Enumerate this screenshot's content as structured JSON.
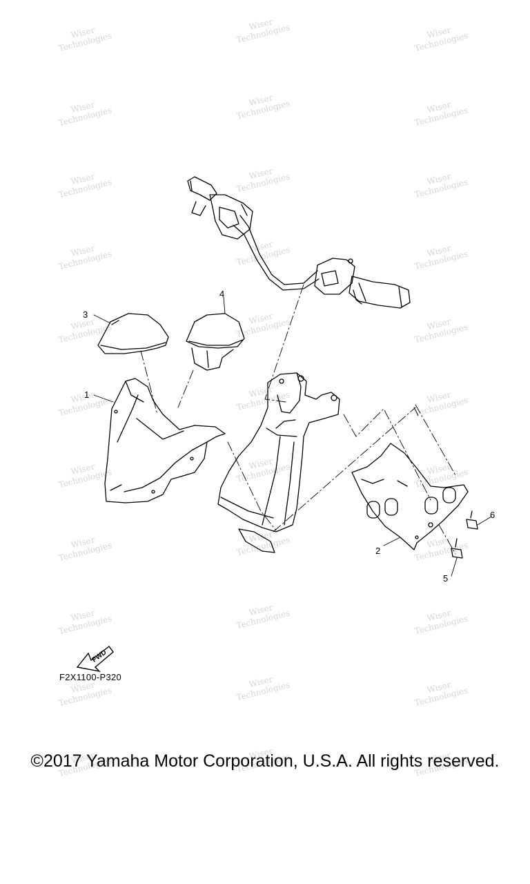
{
  "watermark": {
    "line1": "Wiser",
    "line2": "Technologies"
  },
  "callouts": [
    "1",
    "2",
    "3",
    "4",
    "5",
    "6"
  ],
  "arrow_label": "FWD",
  "figure_code": "F2X1100-P320",
  "copyright": "©2017 Yamaha Motor Corporation, U.S.A. All rights reserved."
}
